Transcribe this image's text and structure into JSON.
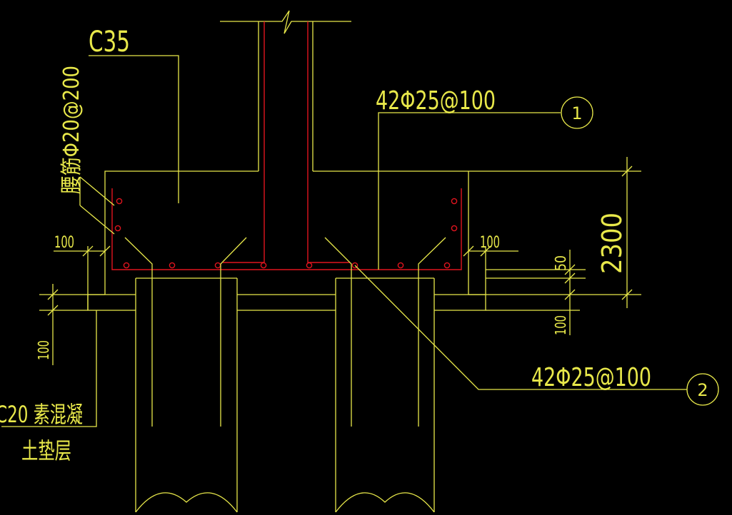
{
  "labels": {
    "concrete_grade": "C35",
    "waist_bar": "腰筋Φ20@200",
    "bar_top": "42Φ25@100",
    "bar_bottom": "42Φ25@100",
    "marker_1": "1",
    "marker_2": "2",
    "cushion_line1": "C20 素混凝",
    "cushion_line2": "土垫层"
  },
  "dimensions": {
    "cap_height": "2300",
    "left_offset": "100",
    "right_offset": "100",
    "cover": "50",
    "cushion_right": "100",
    "cushion_left": "100"
  },
  "colors": {
    "background": "#000000",
    "linework": "#e8e84a",
    "rebar": "#e0141e"
  }
}
